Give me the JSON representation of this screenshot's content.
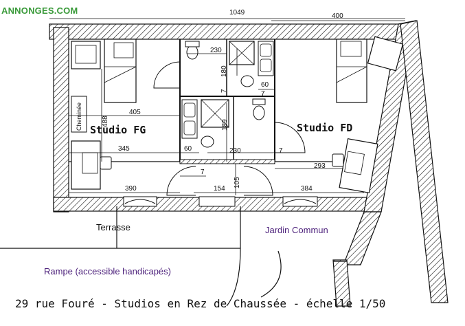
{
  "watermark": "ANNONGES.COM",
  "rooms": {
    "studio_fg": "Studio FG",
    "studio_fd": "Studio FD"
  },
  "areas": {
    "terrasse": "Terrasse",
    "jardin": "Jardin Commun",
    "rampe": "Rampe (accessible handicapés)",
    "cheminee": "Cheminée"
  },
  "caption": "29 rue Fouré - Studios en Rez de Chaussée - échelle 1/50",
  "dimensions": {
    "overall_width": "1049",
    "right_width": "400",
    "d230_top": "230",
    "d180": "180",
    "d60_right": "60",
    "d7_a": "7",
    "d7_b": "7",
    "d405": "405",
    "d488": "488",
    "d345": "345",
    "d60_left": "60",
    "d230_mid": "230",
    "d7_c": "7",
    "d189": "189",
    "d293": "293",
    "d7_d": "7",
    "d390": "390",
    "d154": "154",
    "d105": "105",
    "d384": "384"
  }
}
